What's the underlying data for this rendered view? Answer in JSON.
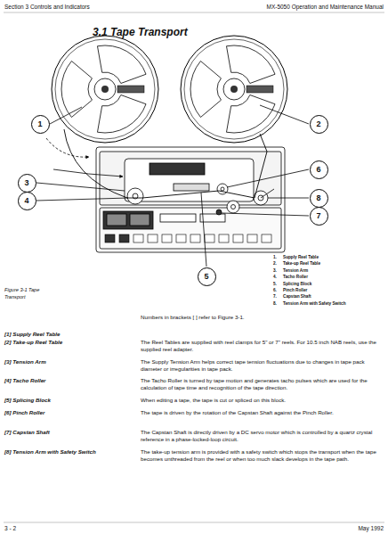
{
  "diagram": {
    "title": "3.1 Tape Transport",
    "caption": "Figure 3-1 Tape Transport",
    "nodes": [
      {
        "text": [
          "1"
        ]
      },
      {
        "text": [
          "2"
        ]
      },
      {
        "text": [
          "3"
        ]
      },
      {
        "text": [
          "4"
        ]
      },
      {
        "text": [
          "5"
        ]
      },
      {
        "text": [
          "6"
        ]
      },
      {
        "text": [
          "7"
        ]
      },
      {
        "text": [
          "8"
        ]
      }
    ],
    "labels": [
      "Section 3 Controls and Indicators",
      "MX-5050 Operation and Maintenance Manual",
      "1.",
      "Supply Reel Table",
      "2.",
      "Take-up Reel Table",
      "3.",
      "Tension Arm",
      "4.",
      "Tacho Roller",
      "5.",
      "Splicing Block",
      "6.",
      "Pinch Roller",
      "7.",
      "Capstan Shaft",
      "8.",
      "Tension Arm with Safety Switch",
      "Numbers in brackets [ ] refer to Figure 3-1.",
      "[1] Supply Reel Table",
      "[2] Take-up Reel Table",
      "The Reel Tables are supplied with reel clamps for 5\" or 7\" reels. For 10.5 inch NAB reels, use the supplied reel adapter.",
      "[3] Tension Arm",
      "The Supply Tension Arm helps correct tape tension fluctuations due to changes in tape pack diameter or irregularities in tape pack.",
      "[4] Tacho Roller",
      "The Tacho Roller is turned by tape motion and generates tacho pulses which are used for the calculation of tape time and recognition of the tape direction.",
      "[5] Splicing Block",
      "When editing a tape, the tape is cut or spliced on this block.",
      "[6] Pinch Roller",
      "The tape is driven by the rotation of the Capstan Shaft against the Pinch Roller.",
      "[7] Capstan Shaft",
      "The Capstan Shaft is directly driven by a DC servo motor which is controlled by a quartz crystal reference in a phase-locked-loop circuit.",
      "[8] Tension Arm with Safety Switch",
      "The take-up tension arm is provided with a safety switch which stops the transport when the tape becomes unthreaded from the reel or when too much slack develops in the tape path.",
      "3 - 2",
      "May 1992"
    ]
  }
}
